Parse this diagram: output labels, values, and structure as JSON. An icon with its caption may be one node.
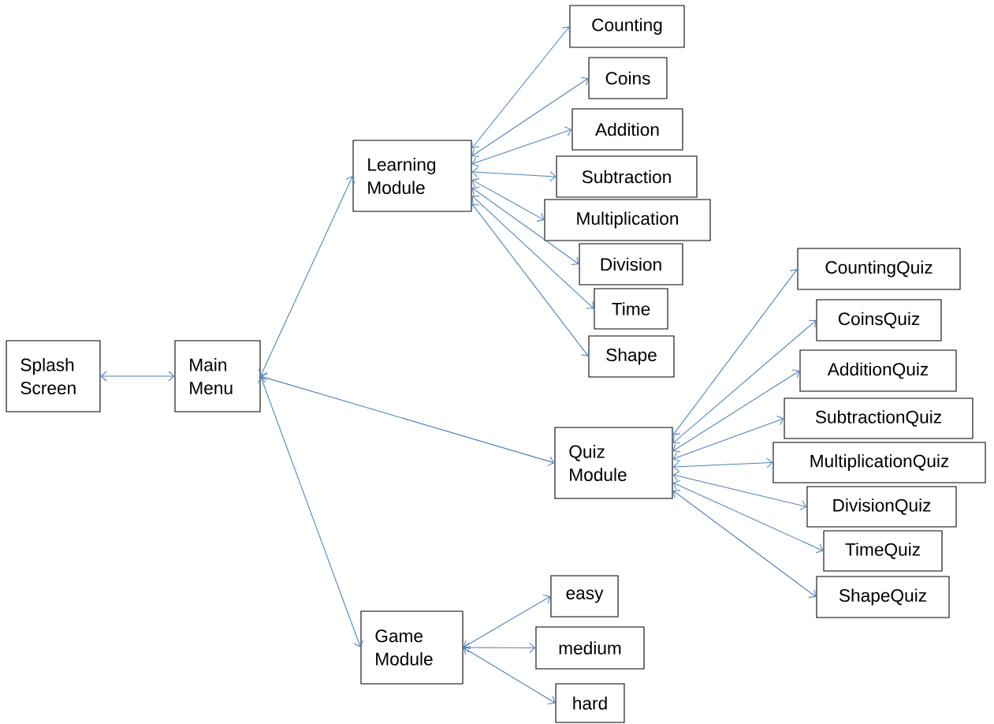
{
  "diagram": {
    "nodes": [
      {
        "text": [
          "Splash Screen"
        ]
      },
      {
        "text": [
          "Main Menu"
        ]
      },
      {
        "text": [
          "Learning Module"
        ]
      },
      {
        "text": [
          "Counting"
        ]
      },
      {
        "text": [
          "Coins"
        ]
      },
      {
        "text": [
          "Addition"
        ]
      },
      {
        "text": [
          "Subtraction"
        ]
      },
      {
        "text": [
          "Multiplication"
        ]
      },
      {
        "text": [
          "Division"
        ]
      },
      {
        "text": [
          "Time"
        ]
      },
      {
        "text": [
          "Shape"
        ]
      },
      {
        "text": [
          "Quiz Module"
        ]
      },
      {
        "text": [
          "CountingQuiz"
        ]
      },
      {
        "text": [
          "CoinsQuiz"
        ]
      },
      {
        "text": [
          "AdditionQuiz"
        ]
      },
      {
        "text": [
          "SubtractionQuiz"
        ]
      },
      {
        "text": [
          "MultiplicationQuiz"
        ]
      },
      {
        "text": [
          "DivisionQuiz"
        ]
      },
      {
        "text": [
          "TimeQuiz"
        ]
      },
      {
        "text": [
          "ShapeQuiz"
        ]
      },
      {
        "text": [
          "Game Module"
        ]
      },
      {
        "text": [
          "easy"
        ]
      },
      {
        "text": [
          "medium"
        ]
      },
      {
        "text": [
          "hard"
        ]
      }
    ],
    "edges": [
      {
        "from": 0,
        "to": 1,
        "arrow": "both"
      },
      {
        "from": 1,
        "to": 2,
        "arrow": "both"
      },
      {
        "from": 1,
        "to": 11,
        "arrow": "both"
      },
      {
        "from": 1,
        "to": 20,
        "arrow": "both"
      },
      {
        "from": 2,
        "to": 3,
        "arrow": "both"
      },
      {
        "from": 2,
        "to": 4,
        "arrow": "both"
      },
      {
        "from": 2,
        "to": 5,
        "arrow": "both"
      },
      {
        "from": 2,
        "to": 6,
        "arrow": "both"
      },
      {
        "from": 2,
        "to": 7,
        "arrow": "both"
      },
      {
        "from": 2,
        "to": 8,
        "arrow": "both"
      },
      {
        "from": 2,
        "to": 9,
        "arrow": "both"
      },
      {
        "from": 2,
        "to": 10,
        "arrow": "both"
      },
      {
        "from": 11,
        "to": 12,
        "arrow": "both"
      },
      {
        "from": 11,
        "to": 13,
        "arrow": "both"
      },
      {
        "from": 11,
        "to": 14,
        "arrow": "both"
      },
      {
        "from": 11,
        "to": 15,
        "arrow": "both"
      },
      {
        "from": 11,
        "to": 16,
        "arrow": "both"
      },
      {
        "from": 11,
        "to": 17,
        "arrow": "both"
      },
      {
        "from": 11,
        "to": 18,
        "arrow": "both"
      },
      {
        "from": 11,
        "to": 19,
        "arrow": "both"
      },
      {
        "from": 20,
        "to": 21,
        "arrow": "both"
      },
      {
        "from": 20,
        "to": 22,
        "arrow": "both"
      },
      {
        "from": 20,
        "to": 23,
        "arrow": "both"
      }
    ]
  }
}
